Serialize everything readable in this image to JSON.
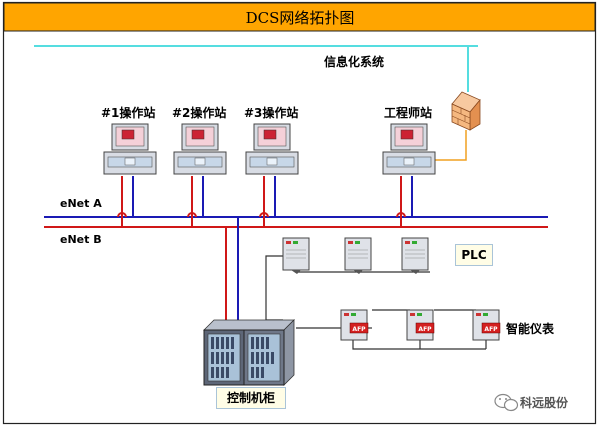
{
  "title": "DCS网络拓扑图",
  "info_system_label": "信息化系统",
  "stations": [
    {
      "label": "#1操作站"
    },
    {
      "label": "#2操作站"
    },
    {
      "label": "#3操作站"
    },
    {
      "label": "工程师站"
    }
  ],
  "net_a_label": "eNet A",
  "net_b_label": "eNet B",
  "plc_label": "PLC",
  "smart_meter_label": "智能仪表",
  "control_cabinet_label": "控制机柜",
  "device_badge": "AFP",
  "watermark_text": "科远股份",
  "colors": {
    "title_bar": "#ffa500",
    "info_line": "#55dde0",
    "net_a": "#1a1ab4",
    "net_b": "#d01818",
    "connector": "#333333",
    "firewall_link": "#f0a020"
  }
}
